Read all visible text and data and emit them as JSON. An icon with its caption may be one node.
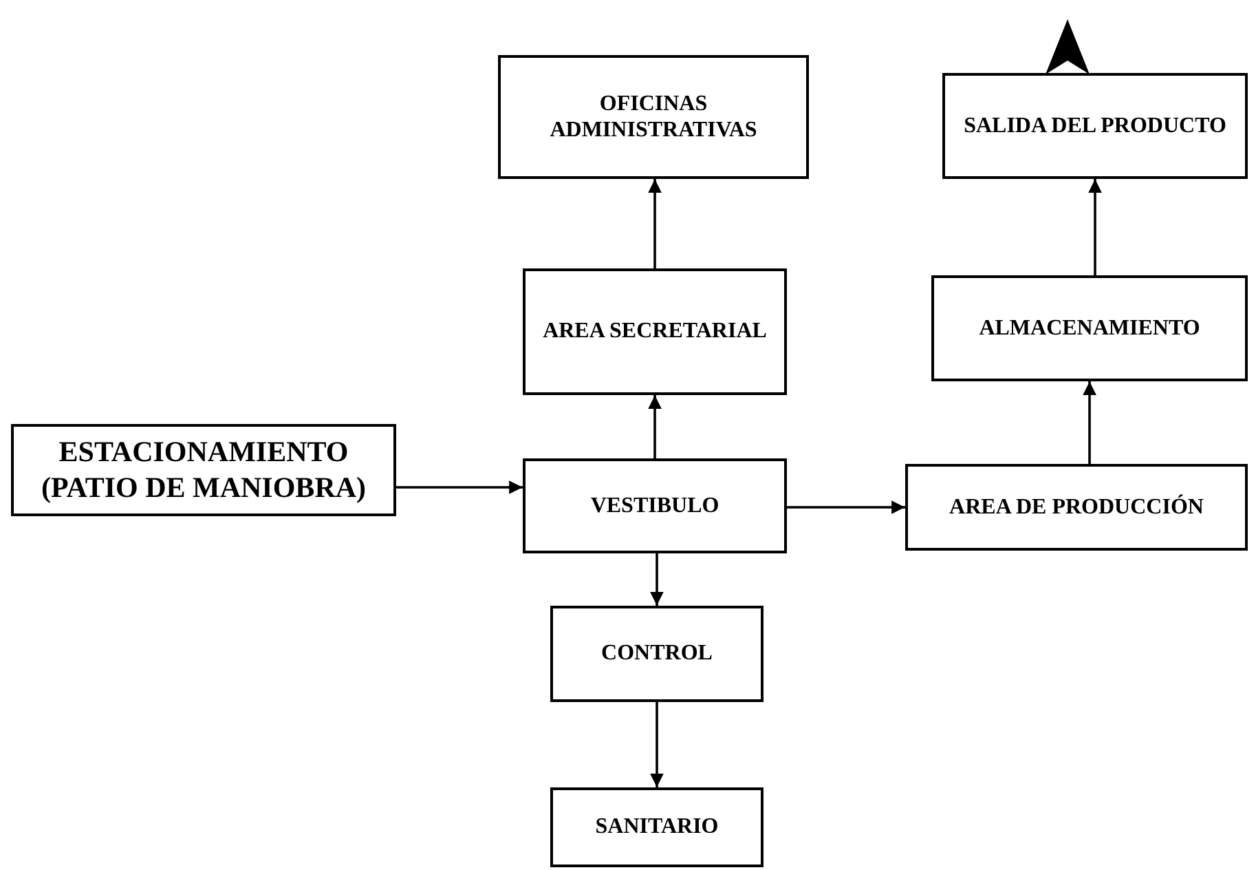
{
  "diagram": {
    "nodes": [
      {
        "text": [
          "OFICINAS ADMINISTRATIVAS"
        ]
      },
      {
        "text": [
          "SALIDA DEL PRODUCTO"
        ]
      },
      {
        "text": [
          "AREA SECRETARIAL"
        ]
      },
      {
        "text": [
          "ALMACENAMIENTO"
        ]
      },
      {
        "text": [
          "ESTACIONAMIENTO (PATIO DE MANIOBRA)"
        ]
      },
      {
        "text": [
          "VESTIBULO"
        ]
      },
      {
        "text": [
          "AREA DE PRODUCCIÓN"
        ]
      },
      {
        "text": [
          "CONTROL"
        ]
      },
      {
        "text": [
          "SANITARIO"
        ]
      }
    ],
    "edges": [
      {
        "from": 4,
        "to": 5,
        "arrow": "to"
      },
      {
        "from": 5,
        "to": 2,
        "arrow": "to"
      },
      {
        "from": 2,
        "to": 0,
        "arrow": "to"
      },
      {
        "from": 5,
        "to": 6,
        "arrow": "to"
      },
      {
        "from": 6,
        "to": 3,
        "arrow": "to"
      },
      {
        "from": 3,
        "to": 1,
        "arrow": "to"
      },
      {
        "from": 5,
        "to": 7,
        "arrow": "to"
      },
      {
        "from": 7,
        "to": 8,
        "arrow": "to"
      }
    ]
  }
}
